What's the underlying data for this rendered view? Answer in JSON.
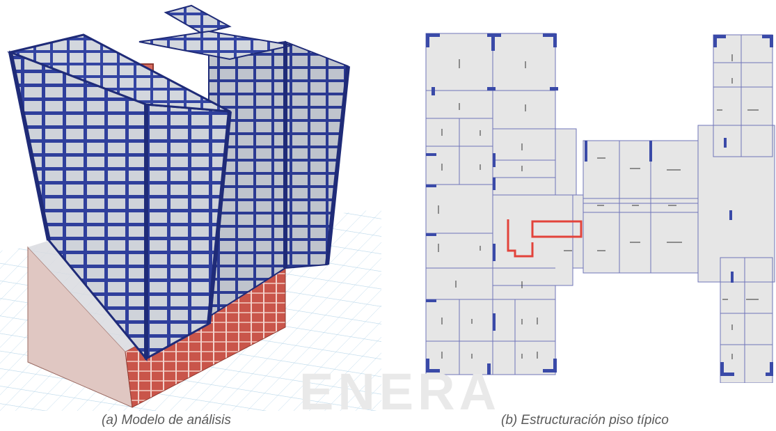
{
  "captions": {
    "a": "(a)   Modelo de análisis",
    "b": "(b)   Estructuración piso típico"
  },
  "watermark": "ENERA",
  "colors": {
    "frame_blue": "#2f3f9c",
    "frame_blue_dark": "#1f2b78",
    "slab_gray": "#c9ccd3",
    "podium_red": "#c9554a",
    "grid_line": "#b9d7ea",
    "plan_fill": "#e6e6e6",
    "plan_line": "#6f74b8",
    "plan_wall": "#3a4aa8",
    "core_red": "#e2433b"
  },
  "panel_a": {
    "icon": "building-3d-model-icon"
  },
  "panel_b": {
    "icon": "floor-plan-icon"
  }
}
